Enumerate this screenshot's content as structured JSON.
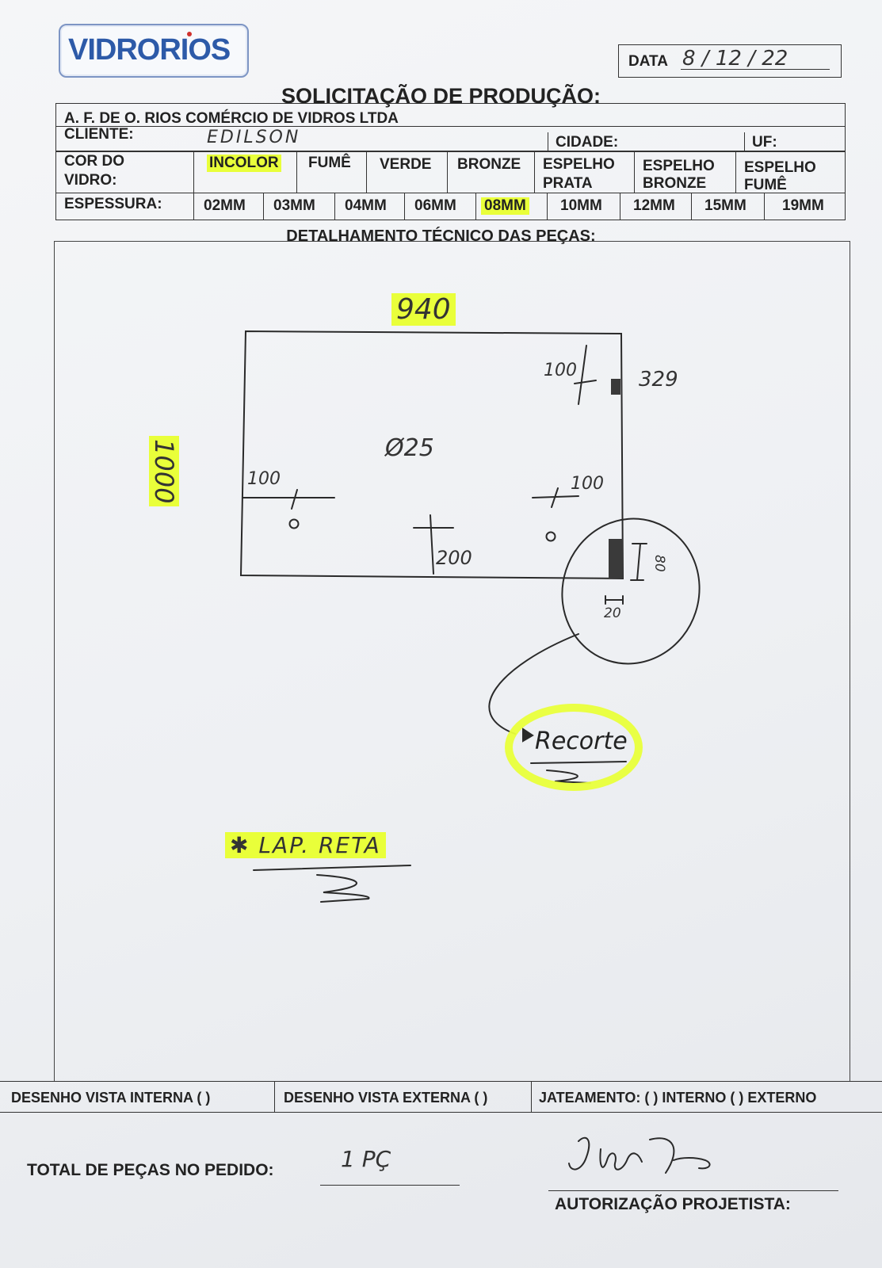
{
  "brand": {
    "logo": "VIDRORIOS"
  },
  "header": {
    "date_label": "DATA",
    "date_value": "8 / 12 / 22",
    "title": "SOLICITAÇÃO DE PRODUÇÃO:",
    "company": "A. F. DE O. RIOS COMÉRCIO DE VIDROS LTDA",
    "client_label": "CLIENTE:",
    "client_value": "EDILSON",
    "city_label": "CIDADE:",
    "uf_label": "UF:"
  },
  "glass": {
    "color_label_1": "COR DO",
    "color_label_2": "VIDRO:",
    "colors": [
      {
        "line1": "INCOLOR",
        "line2": "",
        "selected": true
      },
      {
        "line1": "FUMÊ",
        "line2": "",
        "selected": false
      },
      {
        "line1": "VERDE",
        "line2": "",
        "selected": false
      },
      {
        "line1": "BRONZE",
        "line2": "",
        "selected": false
      },
      {
        "line1": "ESPELHO",
        "line2": "PRATA",
        "selected": false
      },
      {
        "line1": "ESPELHO",
        "line2": "BRONZE",
        "selected": false
      },
      {
        "line1": "ESPELHO",
        "line2": "FUMÊ",
        "selected": false
      }
    ],
    "thickness_label": "ESPESSURA:",
    "thicknesses": [
      {
        "label": "02MM",
        "selected": false
      },
      {
        "label": "03MM",
        "selected": false
      },
      {
        "label": "04MM",
        "selected": false
      },
      {
        "label": "06MM",
        "selected": false
      },
      {
        "label": "08MM",
        "selected": true
      },
      {
        "label": "10MM",
        "selected": false
      },
      {
        "label": "12MM",
        "selected": false
      },
      {
        "label": "15MM",
        "selected": false
      },
      {
        "label": "19MM",
        "selected": false
      }
    ]
  },
  "detail": {
    "section_title": "DETALHAMENTO TÉCNICO DAS PEÇAS:",
    "width": "940",
    "height": "1000",
    "hole_diameter": "Ø25",
    "dim_top_right_a": "100",
    "dim_top_right_b": "329",
    "dim_left": "100",
    "dim_right": "100",
    "dim_bottom": "200",
    "notch_h": "80",
    "notch_w": "20",
    "notch_label": "Recorte",
    "finish_note": "✱ LAP. RETA"
  },
  "footer": {
    "view_internal": "DESENHO VISTA INTERNA ( )",
    "view_external": "DESENHO VISTA EXTERNA ( )",
    "sandblast": "JATEAMENTO: ( ) INTERNO ( ) EXTERNO",
    "total_label": "TOTAL DE PEÇAS NO PEDIDO:",
    "total_value": "1 PÇ",
    "authorization": "AUTORIZAÇÃO PROJETISTA:"
  },
  "colors": {
    "highlight": "#e9ff3a",
    "logo_blue": "#2d5aa8",
    "ink": "#222222"
  }
}
